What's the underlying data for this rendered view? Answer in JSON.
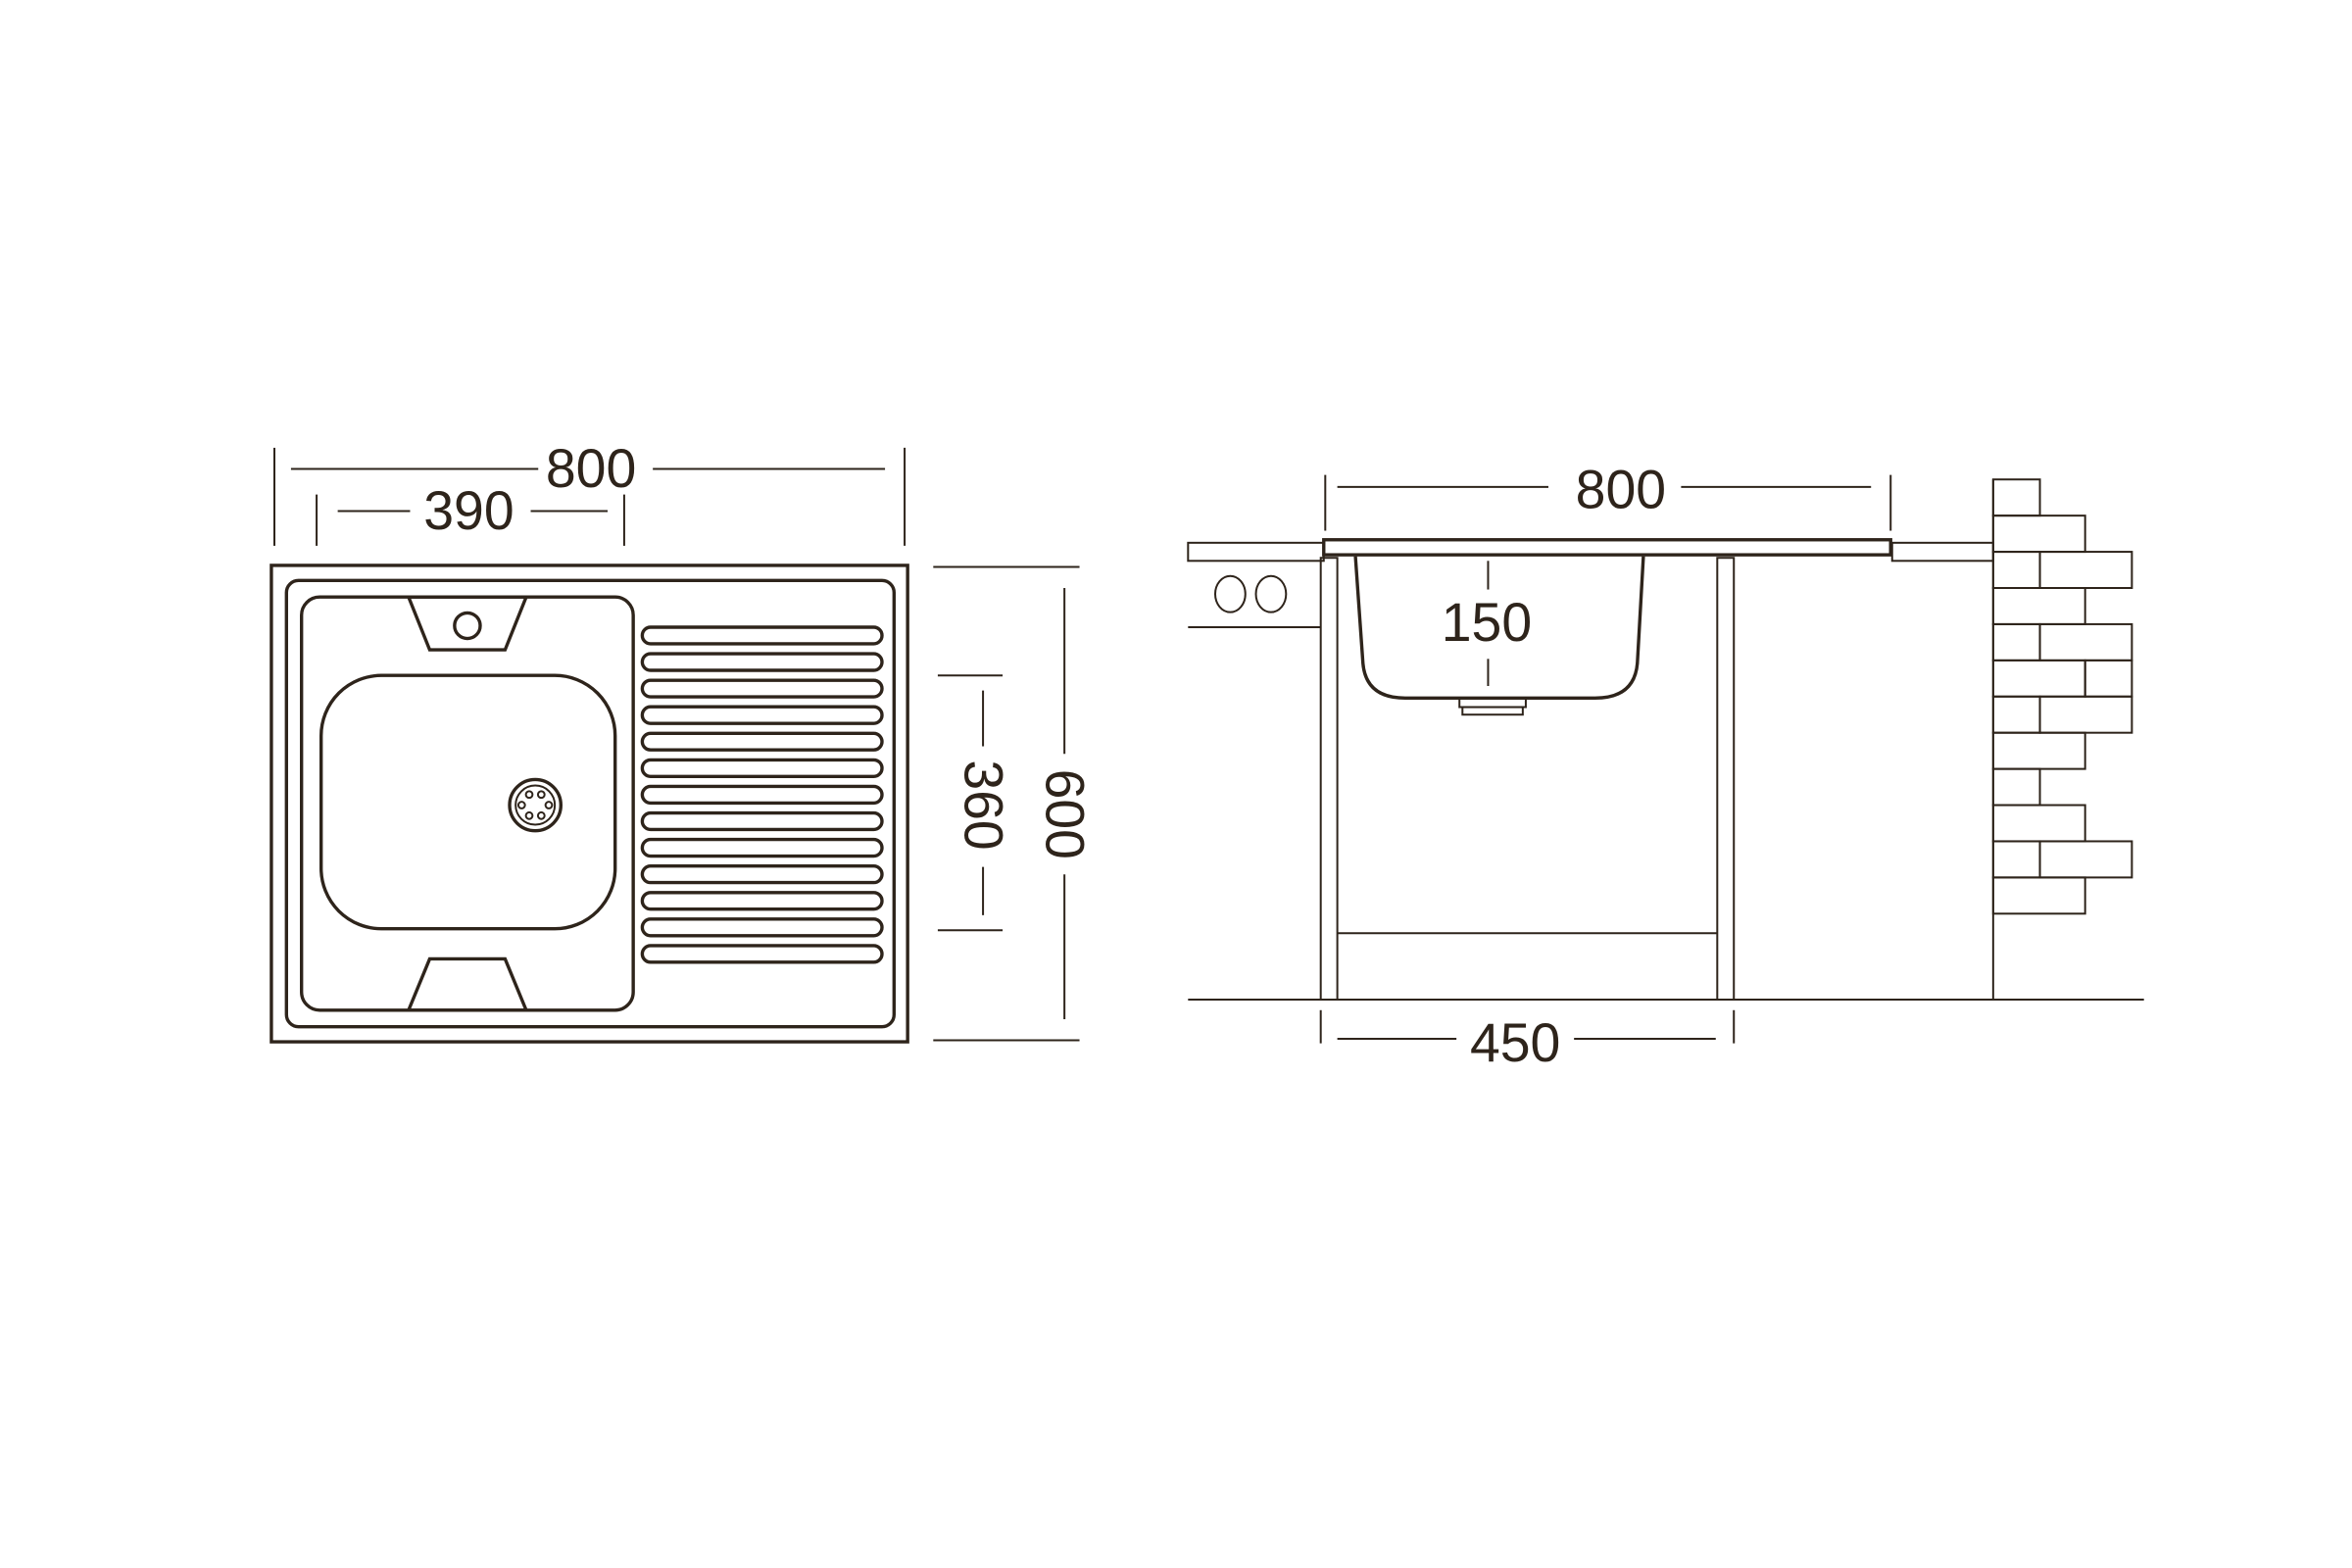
{
  "top_view": {
    "overall_width": "800",
    "bowl_width": "390",
    "overall_depth": "600",
    "bowl_depth": "360"
  },
  "side_view": {
    "overall_width": "800",
    "bowl_height": "150",
    "cabinet_width": "450"
  },
  "colors": {
    "line": "#2e241b",
    "background": "#ffffff"
  }
}
